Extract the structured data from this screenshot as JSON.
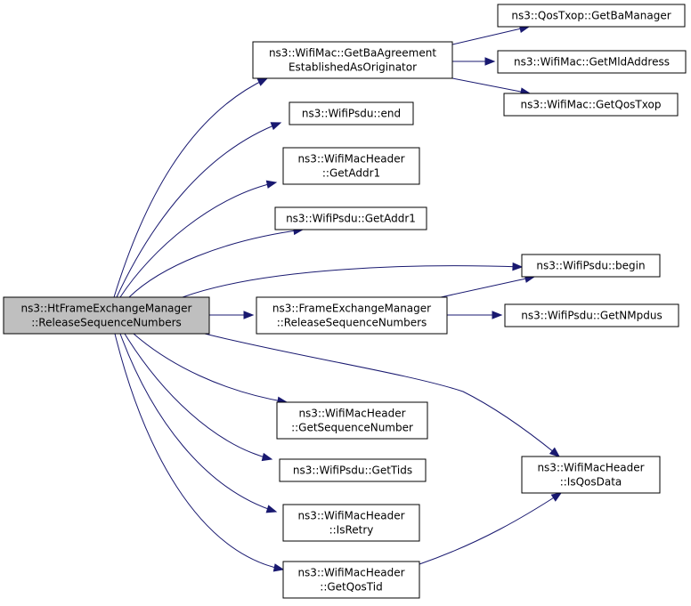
{
  "nodes": [
    {
      "id": "root",
      "lines": [
        "ns3::HtFrameExchangeManager",
        "::ReleaseSequenceNumbers"
      ],
      "root": true
    },
    {
      "id": "getba",
      "lines": [
        "ns3::WifiMac::GetBaAgreement",
        "EstablishedAsOriginator"
      ]
    },
    {
      "id": "qostxop-getba",
      "lines": [
        "ns3::QosTxop::GetBaManager"
      ]
    },
    {
      "id": "getmld",
      "lines": [
        "ns3::WifiMac::GetMldAddress"
      ]
    },
    {
      "id": "getqostxop",
      "lines": [
        "ns3::WifiMac::GetQosTxop"
      ]
    },
    {
      "id": "psdu-end",
      "lines": [
        "ns3::WifiPsdu::end"
      ]
    },
    {
      "id": "hdr-addr1",
      "lines": [
        "ns3::WifiMacHeader",
        "::GetAddr1"
      ]
    },
    {
      "id": "psdu-addr1",
      "lines": [
        "ns3::WifiPsdu::GetAddr1"
      ]
    },
    {
      "id": "psdu-begin",
      "lines": [
        "ns3::WifiPsdu::begin"
      ]
    },
    {
      "id": "fem-release",
      "lines": [
        "ns3::FrameExchangeManager",
        "::ReleaseSequenceNumbers"
      ]
    },
    {
      "id": "nmpdus",
      "lines": [
        "ns3::WifiPsdu::GetNMpdus"
      ]
    },
    {
      "id": "seqnum",
      "lines": [
        "ns3::WifiMacHeader",
        "::GetSequenceNumber"
      ]
    },
    {
      "id": "qosdata",
      "lines": [
        "ns3::WifiMacHeader",
        "::IsQosData"
      ]
    },
    {
      "id": "tids",
      "lines": [
        "ns3::WifiPsdu::GetTids"
      ]
    },
    {
      "id": "isretry",
      "lines": [
        "ns3::WifiMacHeader",
        "::IsRetry"
      ]
    },
    {
      "id": "qostid",
      "lines": [
        "ns3::WifiMacHeader",
        "::GetQosTid"
      ]
    }
  ],
  "edges": [
    {
      "from": "root",
      "to": "getba"
    },
    {
      "from": "root",
      "to": "psdu-end"
    },
    {
      "from": "root",
      "to": "hdr-addr1"
    },
    {
      "from": "root",
      "to": "psdu-addr1"
    },
    {
      "from": "root",
      "to": "psdu-begin"
    },
    {
      "from": "root",
      "to": "fem-release"
    },
    {
      "from": "root",
      "to": "seqnum"
    },
    {
      "from": "root",
      "to": "qosdata"
    },
    {
      "from": "root",
      "to": "tids"
    },
    {
      "from": "root",
      "to": "isretry"
    },
    {
      "from": "root",
      "to": "qostid"
    },
    {
      "from": "getba",
      "to": "qostxop-getba"
    },
    {
      "from": "getba",
      "to": "getmld"
    },
    {
      "from": "getba",
      "to": "getqostxop"
    },
    {
      "from": "fem-release",
      "to": "psdu-begin"
    },
    {
      "from": "fem-release",
      "to": "nmpdus"
    },
    {
      "from": "qostid",
      "to": "qosdata"
    }
  ]
}
